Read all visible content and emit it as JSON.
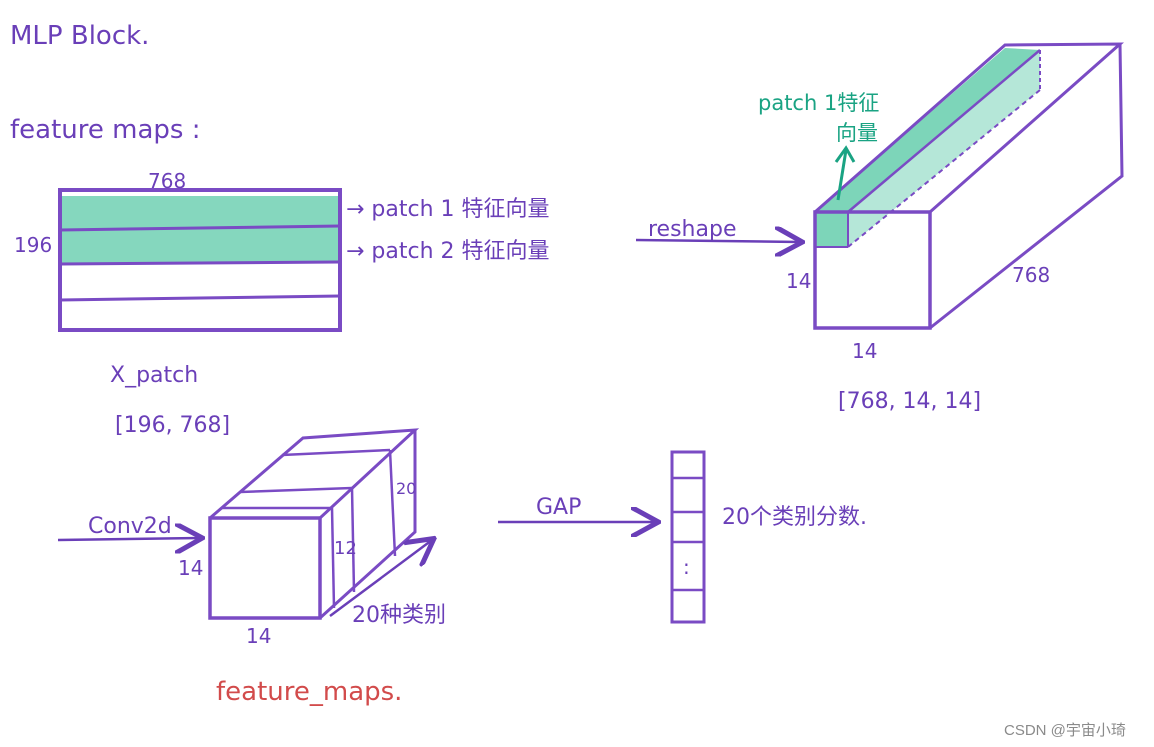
{
  "title": "MLP Block.",
  "subtitle": "feature maps :",
  "x_patch": {
    "width_label": "768",
    "height_label": "196",
    "row1_label": "→ patch 1 特征向量",
    "row2_label": "→ patch 2 特征向量",
    "name": "X_patch",
    "shape": "[196, 768]"
  },
  "reshape": {
    "arrow_label": "reshape",
    "cube_depth_label": "768",
    "cube_height_label": "14",
    "cube_width_label": "14",
    "patch_note_line1": "patch 1特征",
    "patch_note_line2": "向量",
    "shape": "[768, 14, 14]"
  },
  "conv": {
    "arrow_label": "Conv2d",
    "height_label": "14",
    "width_label": "14",
    "depth_label_a": "12",
    "depth_label_b": "20",
    "classes_label": "20种类别",
    "name": "feature_maps."
  },
  "gap": {
    "arrow_label": "GAP",
    "scores_label": "20个类别分数.",
    "dots": ":"
  },
  "watermark": "CSDN @宇宙小琦",
  "colors": {
    "ink": "#6a3fb8",
    "highlight": "#5ccaa8",
    "note": "#1aa383",
    "red": "#d24b4b"
  }
}
